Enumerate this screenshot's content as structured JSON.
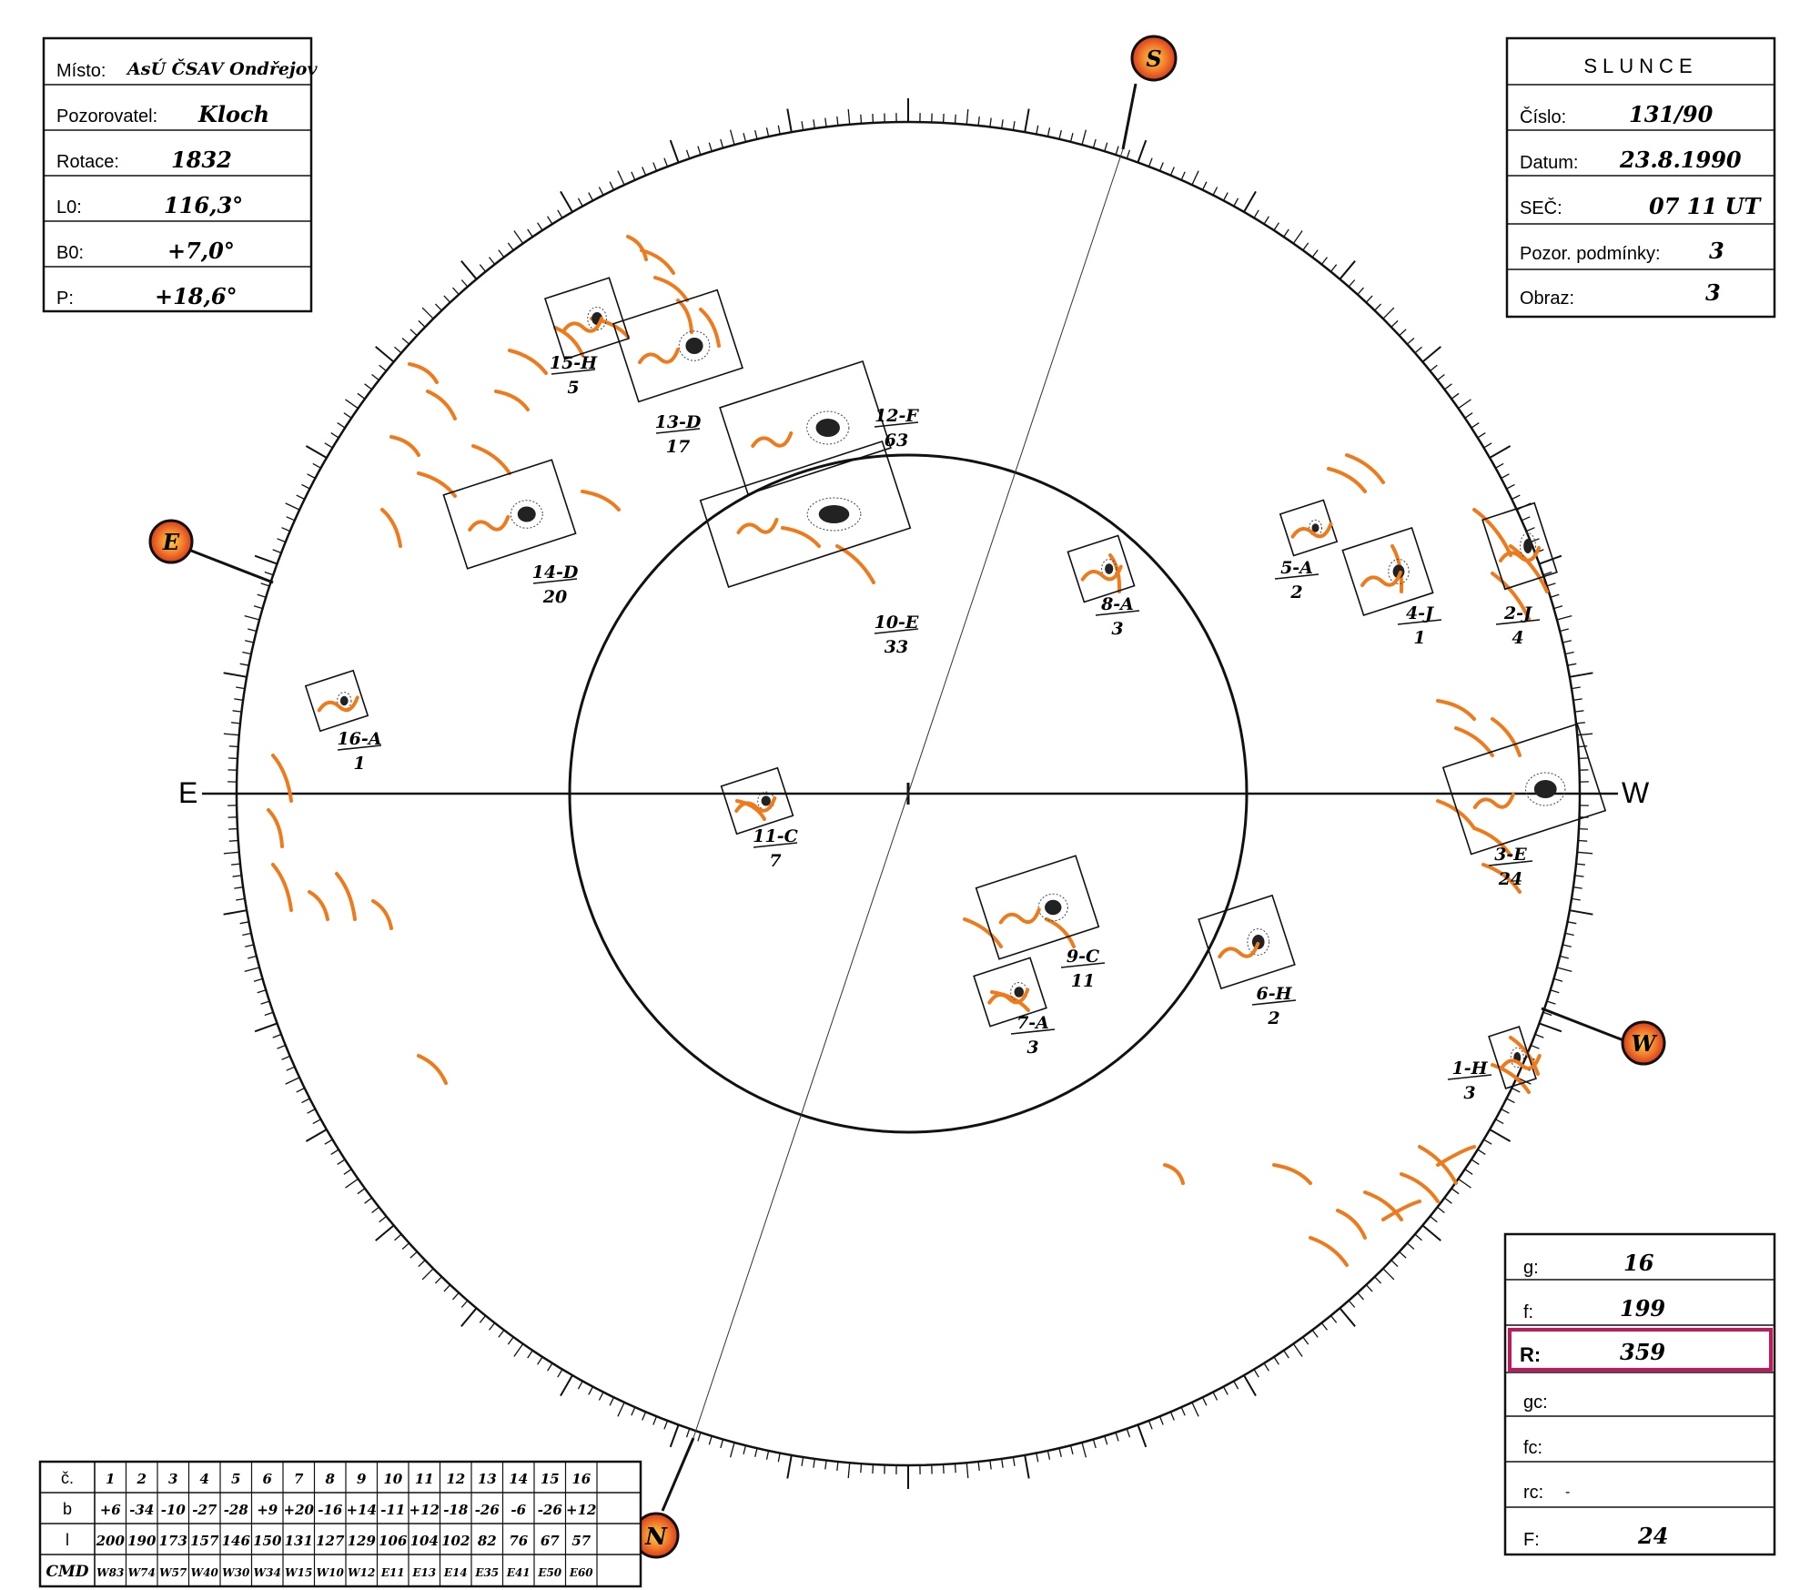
{
  "header_left": {
    "rows": [
      {
        "label": "Místo:",
        "value": "AsÚ ČSAV Ondřejov"
      },
      {
        "label": "Pozorovatel:",
        "value": "Kloch"
      },
      {
        "label": "Rotace:",
        "value": "1832"
      },
      {
        "label": "L0:",
        "value": "116,3°"
      },
      {
        "label": "B0:",
        "value": "+7,0°"
      },
      {
        "label": "P:",
        "value": "+18,6°"
      }
    ]
  },
  "header_right": {
    "title": "SLUNCE",
    "rows": [
      {
        "label": "Číslo:",
        "value": "131/90"
      },
      {
        "label": "Datum:",
        "value": "23.8.1990"
      },
      {
        "label": "SEČ:",
        "value": "07 11 UT"
      },
      {
        "label": "Pozor. podmínky:",
        "value": "3"
      },
      {
        "label": "Obraz:",
        "value": "3"
      }
    ]
  },
  "compass": {
    "south": "S",
    "east": "E",
    "west": "W",
    "north": "N",
    "axis_east": "E",
    "axis_west": "W"
  },
  "groups": [
    {
      "id": "15-H",
      "count": "5"
    },
    {
      "id": "13-D",
      "count": "17"
    },
    {
      "id": "12-F",
      "count": "63"
    },
    {
      "id": "14-D",
      "count": "20"
    },
    {
      "id": "10-E",
      "count": "33"
    },
    {
      "id": "8-A",
      "count": "3"
    },
    {
      "id": "5-A",
      "count": "2"
    },
    {
      "id": "4-J",
      "count": "1"
    },
    {
      "id": "2-J",
      "count": "4"
    },
    {
      "id": "16-A",
      "count": "1"
    },
    {
      "id": "3-E",
      "count": "24"
    },
    {
      "id": "11-C",
      "count": "7"
    },
    {
      "id": "9-C",
      "count": "11"
    },
    {
      "id": "6-H",
      "count": "2"
    },
    {
      "id": "7-A",
      "count": "3"
    },
    {
      "id": "1-H",
      "count": "3"
    }
  ],
  "stats": {
    "rows": [
      {
        "label": "g:",
        "value": "16"
      },
      {
        "label": "f:",
        "value": "199"
      },
      {
        "label": "R:",
        "value": "359",
        "highlight": true
      },
      {
        "label": "gc:",
        "value": ""
      },
      {
        "label": "fc:",
        "value": ""
      },
      {
        "label": "rc:",
        "value": "-"
      },
      {
        "label": "F:",
        "value": "24"
      }
    ],
    "highlight_color": "#c4185c"
  },
  "coord_table": {
    "row_labels": [
      "č.",
      "b",
      "l",
      "CMD"
    ],
    "numbers": [
      "1",
      "2",
      "3",
      "4",
      "5",
      "6",
      "7",
      "8",
      "9",
      "10",
      "11",
      "12",
      "13",
      "14",
      "15",
      "16"
    ],
    "b": [
      "+6",
      "-34",
      "-10",
      "-27",
      "-28",
      "+9",
      "+20",
      "-16",
      "+14",
      "-11",
      "+12",
      "-18",
      "-26",
      "-6",
      "-26",
      "+12"
    ],
    "l": [
      "200",
      "190",
      "173",
      "157",
      "146",
      "150",
      "131",
      "127",
      "129",
      "106",
      "104",
      "102",
      "82",
      "76",
      "67",
      "57"
    ],
    "cmd": [
      "W83",
      "W74",
      "W57",
      "W40",
      "W30",
      "W34",
      "W15",
      "W10",
      "W12",
      "E11",
      "E13",
      "E14",
      "E35",
      "E41",
      "E50",
      "E60"
    ]
  },
  "colors": {
    "faculae": "#ef7a1c",
    "marker_fill": "#e8532a",
    "ink": "#111111"
  }
}
